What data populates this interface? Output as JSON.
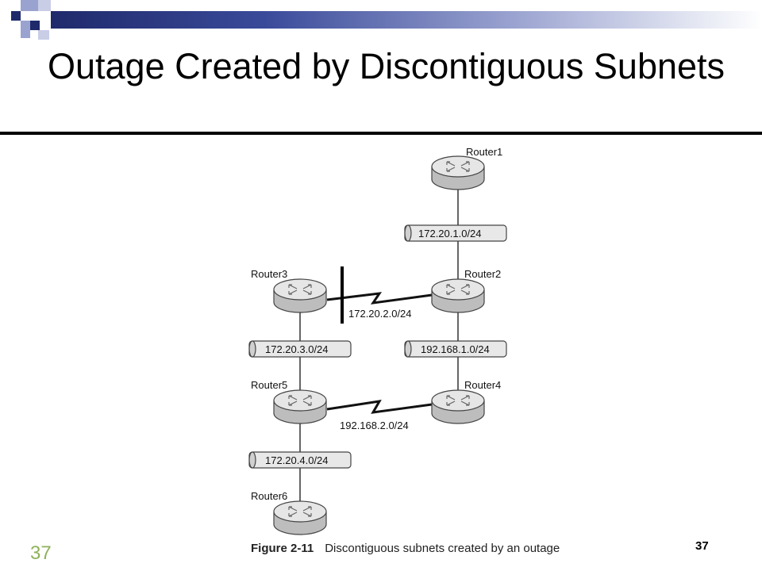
{
  "slide": {
    "title": "Outage Created by Discontiguous Subnets",
    "slide_number_left": "37",
    "slide_number_right": "37"
  },
  "figure": {
    "number": "Figure 2-11",
    "caption": "Discontiguous subnets created by an outage"
  },
  "routers": {
    "r1": "Router1",
    "r2": "Router2",
    "r3": "Router3",
    "r4": "Router4",
    "r5": "Router5",
    "r6": "Router6"
  },
  "subnets": {
    "s1": "172.20.1.0/24",
    "s2": "172.20.2.0/24",
    "s3": "172.20.3.0/24",
    "s4": "192.168.1.0/24",
    "s5": "192.168.2.0/24",
    "s6": "172.20.4.0/24"
  },
  "colors": {
    "header_dark": "#1f2a6b",
    "corner_light": "#9aa3d0",
    "slide_number": "#90b15b",
    "router_fill": "#d9d9d9"
  }
}
